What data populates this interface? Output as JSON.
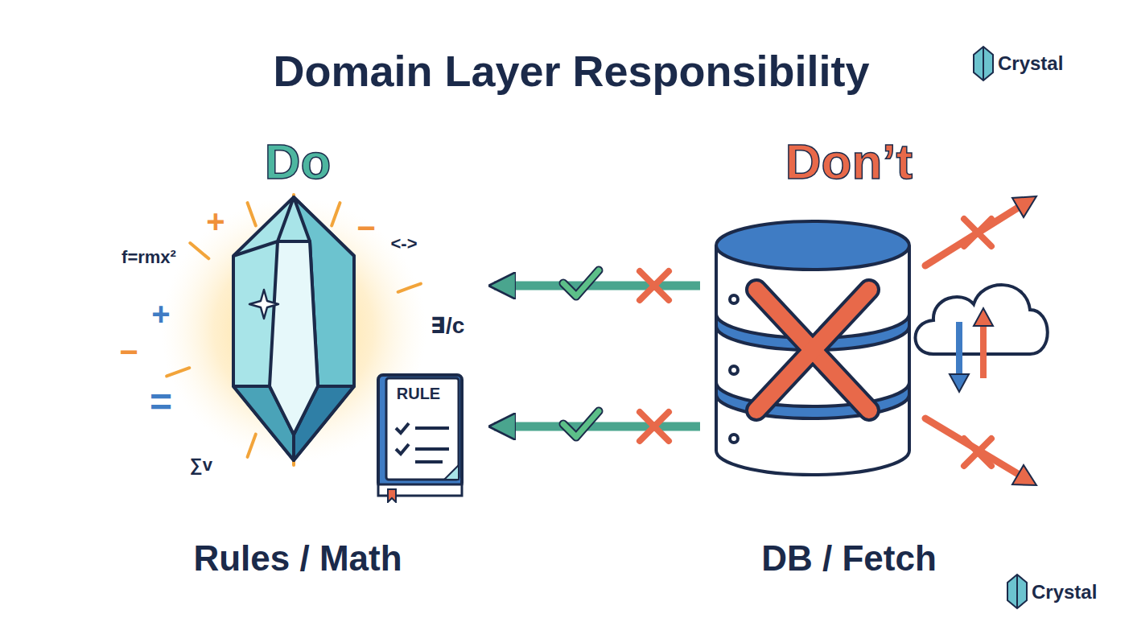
{
  "diagram": {
    "title": "Domain Layer Responsibility",
    "nodes": [
      {
        "text": [
          "Do",
          "Rules / Math"
        ]
      },
      {
        "text": [
          "RULE"
        ],
        "in": 0
      },
      {
        "text": [
          "Don’t",
          "DB / Fetch"
        ]
      }
    ],
    "edges": [
      {
        "from": 2,
        "to": 0,
        "arrow": "to"
      },
      {
        "from": 2,
        "to": 0,
        "arrow": "to"
      }
    ],
    "labels": [
      "Crystal",
      "f=rmx²",
      "+",
      "−",
      "<->",
      "+",
      "−",
      "∃/c",
      "=",
      "∑v",
      "Crystal"
    ]
  }
}
